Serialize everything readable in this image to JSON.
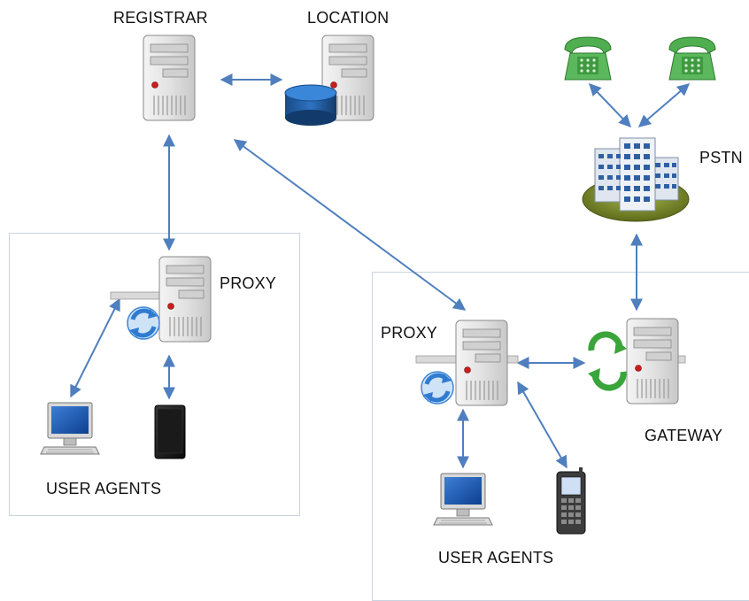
{
  "labels": {
    "registrar": "REGISTRAR",
    "location": "LOCATION",
    "pstn": "PSTN",
    "proxy_left": "PROXY",
    "proxy_right": "PROXY",
    "gateway": "GATEWAY",
    "user_agents_left": "USER AGENTS",
    "user_agents_right": "USER AGENTS"
  },
  "colors": {
    "arrow": "#4f7fbf",
    "server_body": "#e6e6e6",
    "phone_green": "#5cb85c",
    "database_blue": "#1f5fa8",
    "pstn_ground": "#7a8a2a",
    "box_border": "#c9d3e0",
    "refresh_blue": "#3a86d8",
    "refresh_green": "#3aa53a"
  },
  "icons": [
    "server-icon",
    "database-icon",
    "telephone-icon",
    "building-icon",
    "desktop-computer-icon",
    "tablet-icon",
    "mobile-phone-icon",
    "refresh-icon"
  ]
}
